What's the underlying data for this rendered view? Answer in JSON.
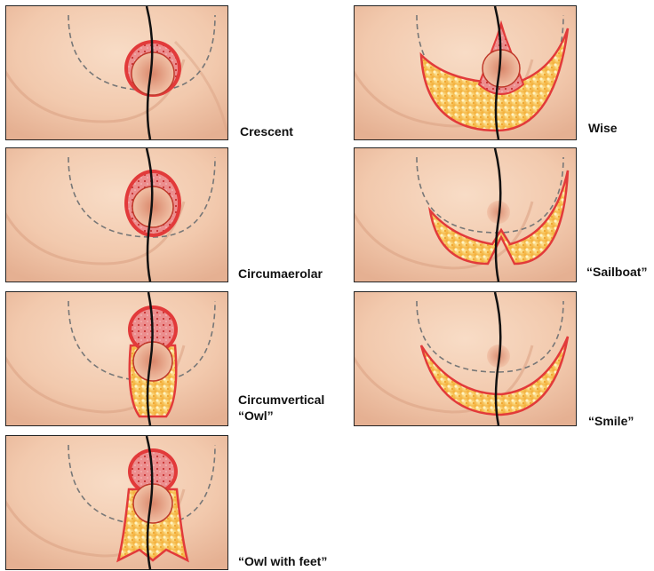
{
  "figure": {
    "panels": [
      {
        "id": "crescent",
        "label": "Crescent"
      },
      {
        "id": "circumareolar",
        "label": "Circumaerolar"
      },
      {
        "id": "circumvertical",
        "label_line1": "Circumvertical",
        "label_line2": "“Owl”"
      },
      {
        "id": "owl-with-feet",
        "label": "“Owl with feet”"
      },
      {
        "id": "wise",
        "label": "Wise"
      },
      {
        "id": "sailboat",
        "label": "“Sailboat”"
      },
      {
        "id": "smile",
        "label": "“Smile”"
      }
    ]
  },
  "colors": {
    "skin": "#f3cfb4",
    "skin_shadow": "#e2ab8b",
    "resection_red": "#e23a3a",
    "resection_pink": "#e98b8b",
    "fat_yellow": "#f6c24a",
    "fat_light": "#fbe28c",
    "areola": "#e9a07f",
    "midline": "#111111",
    "dashed_fold": "#7a7a7a"
  }
}
